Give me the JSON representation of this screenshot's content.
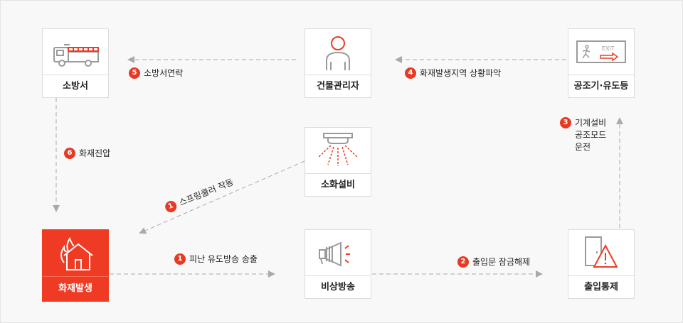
{
  "nodes": {
    "fire_station": "소방서",
    "building_manager": "건물관리자",
    "ventilation_guidance": "공조기·유도등",
    "fire_suppression": "소화설비",
    "fire_outbreak": "화재발생",
    "emergency_broadcast": "비상방송",
    "access_control": "출입통제"
  },
  "exit_sign_text": "EXIT",
  "steps": {
    "step5": {
      "num": "5",
      "label": "소방서연락"
    },
    "step4": {
      "num": "4",
      "label": "화재발생지역 상황파악"
    },
    "step3": {
      "num": "3",
      "lines": [
        "기계설비",
        "공조모드",
        "운전"
      ]
    },
    "step6": {
      "num": "6",
      "label": "화재진압"
    },
    "step1a": {
      "num": "1",
      "label": "스프링쿨러 작동"
    },
    "step1b": {
      "num": "1",
      "label": "피난 유도방송 송출"
    },
    "step2": {
      "num": "2",
      "label": "출입문 잠금해제"
    }
  },
  "colors": {
    "accent": "#ef3b24",
    "badge": "#e83a22",
    "line": "#aaaaaa",
    "icon_gray": "#9a9a9a"
  }
}
